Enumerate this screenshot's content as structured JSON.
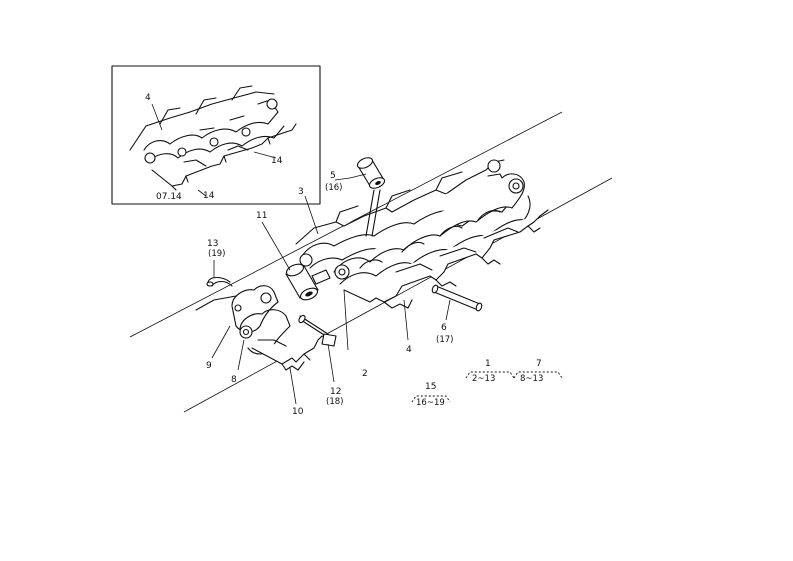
{
  "inset": {
    "caption": "07.14",
    "labels": {
      "top_left": "4",
      "right": "14",
      "bottom": "14"
    }
  },
  "labels": {
    "l1": "1",
    "l2": "2",
    "l3": "3",
    "l4": "4",
    "l5": "5",
    "l5b": "(16)",
    "l6": "6",
    "l6b": "(17)",
    "l7": "7",
    "l8": "8",
    "l9": "9",
    "l10": "10",
    "l11": "11",
    "l12": "12",
    "l12b": "(18)",
    "l13": "13",
    "l13b": "(19)",
    "l15": "15"
  },
  "groups": {
    "g1": {
      "label": "1",
      "range": "2~13"
    },
    "g7": {
      "label": "7",
      "range": "8~13"
    },
    "g15": {
      "label": "15",
      "range": "16~19"
    }
  }
}
